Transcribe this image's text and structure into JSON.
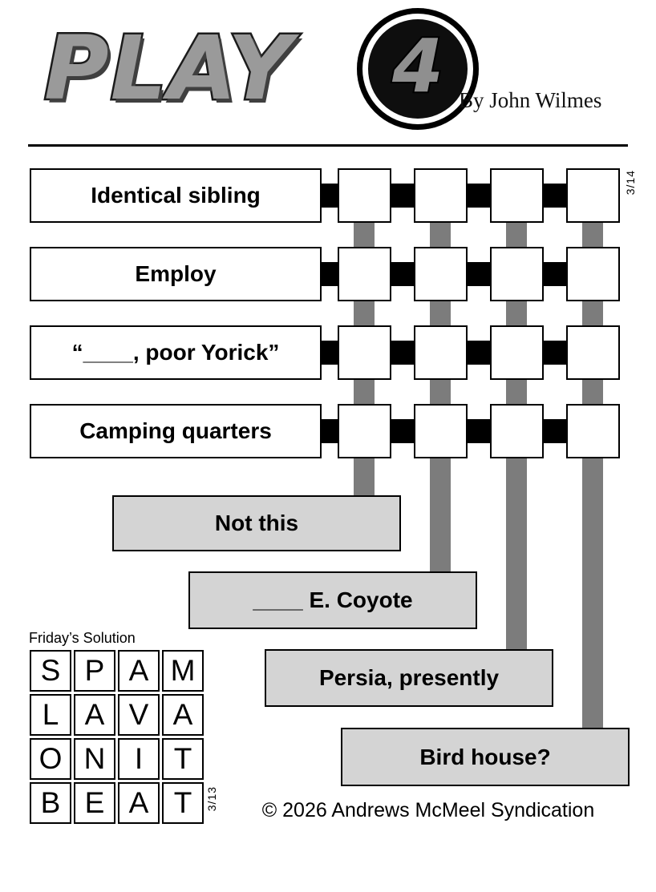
{
  "colors": {
    "connector_gray": "#7c7c7c",
    "down_clue_bg": "#d4d4d4",
    "logo_gray": "#9a9a9a"
  },
  "header": {
    "logo_word": "PLAY",
    "logo_number": "4",
    "byline": "By John Wilmes"
  },
  "puzzle": {
    "date_label": "3/14",
    "across_clues": [
      {
        "label": "Identical sibling"
      },
      {
        "label": "Employ"
      },
      {
        "label": "“____, poor Yorick”"
      },
      {
        "label": "Camping quarters"
      }
    ],
    "down_clues": [
      {
        "label": "Not this"
      },
      {
        "label": "____ E. Coyote"
      },
      {
        "label": "Persia, presently"
      },
      {
        "label": "Bird house?"
      }
    ]
  },
  "solution": {
    "title": "Friday’s Solution",
    "date_label": "3/13",
    "grid": [
      [
        "S",
        "P",
        "A",
        "M"
      ],
      [
        "L",
        "A",
        "V",
        "A"
      ],
      [
        "O",
        "N",
        "I",
        "T"
      ],
      [
        "B",
        "E",
        "A",
        "T"
      ]
    ]
  },
  "footer": {
    "copyright": "© 2026 Andrews McMeel Syndication"
  }
}
